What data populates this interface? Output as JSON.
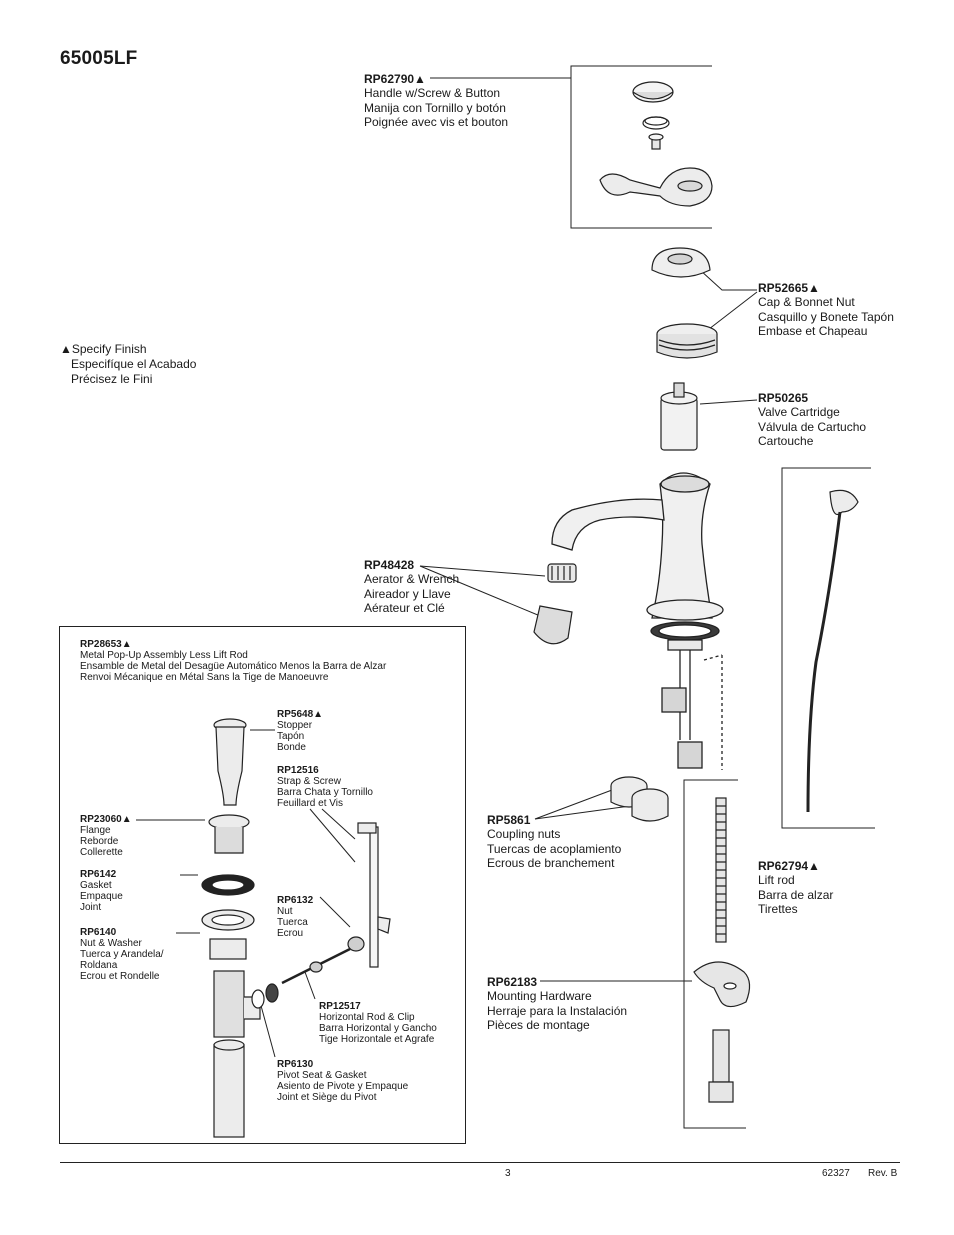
{
  "model": "65005LF",
  "note": {
    "lines": [
      "▲Specify Finish",
      "Especifíque el Acabado",
      "Précisez le Fini"
    ]
  },
  "parts": {
    "handle": {
      "pn": "RP62790▲",
      "lines": [
        "Handle w/Screw & Button",
        "Manija con Tornillo y botón",
        "Poignée avec vis et bouton"
      ]
    },
    "cap": {
      "pn": "RP52665▲",
      "lines": [
        "Cap & Bonnet Nut",
        "Casquillo y Bonete Tapón",
        "Embase et Chapeau"
      ]
    },
    "cartridge": {
      "pn": "RP50265",
      "lines": [
        "Valve Cartridge",
        "Válvula de Cartucho",
        "Cartouche"
      ]
    },
    "aerator": {
      "pn": "RP48428",
      "lines": [
        "Aerator & Wrench",
        "Aireador y Llave",
        "Aérateur et Clé"
      ]
    },
    "coupling": {
      "pn": "RP5861",
      "lines": [
        "Coupling nuts",
        "Tuercas de acoplamiento",
        "Ecrous de branchement"
      ]
    },
    "liftrod": {
      "pn": "RP62794▲",
      "lines": [
        "Lift rod",
        "Barra de alzar",
        "Tirettes"
      ]
    },
    "mounting": {
      "pn": "RP62183",
      "lines": [
        "Mounting Hardware",
        "Herraje para la Instalación",
        "Pièces de montage"
      ]
    }
  },
  "popup": {
    "assembly": {
      "pn": "RP28653▲",
      "lines": [
        "Metal Pop-Up Assembly Less Lift Rod",
        "Ensamble de Metal del Desagüe Automático Menos la Barra de Alzar",
        "Renvoi Mécanique en Métal Sans la Tige de Manoeuvre"
      ]
    },
    "stopper": {
      "pn": "RP5648▲",
      "lines": [
        "Stopper",
        "Tapón",
        "Bonde"
      ]
    },
    "strap": {
      "pn": "RP12516",
      "lines": [
        "Strap & Screw",
        "Barra Chata y Tornillo",
        "Feuillard et Vis"
      ]
    },
    "flange": {
      "pn": "RP23060▲",
      "lines": [
        "Flange",
        "Reborde",
        "Collerette"
      ]
    },
    "gasket": {
      "pn": "RP6142",
      "lines": [
        "Gasket",
        "Empaque",
        "Joint"
      ]
    },
    "nut": {
      "pn": "RP6132",
      "lines": [
        "Nut",
        "Tuerca",
        "Ecrou"
      ]
    },
    "nutwasher": {
      "pn": "RP6140",
      "lines": [
        "Nut & Washer",
        "Tuerca y Arandela/",
        "Roldana",
        "Ecrou et Rondelle"
      ]
    },
    "horizrod": {
      "pn": "RP12517",
      "lines": [
        "Horizontal Rod & Clip",
        "Barra Horizontal y Gancho",
        "Tige Horizontale et Agrafe"
      ]
    },
    "pivot": {
      "pn": "RP6130",
      "lines": [
        "Pivot Seat & Gasket",
        "Asiento de Pivote y Empaque",
        "Joint et Siège du Pivot"
      ]
    }
  },
  "footer": {
    "page": "3",
    "doc": "62327",
    "rev": "Rev. B"
  }
}
